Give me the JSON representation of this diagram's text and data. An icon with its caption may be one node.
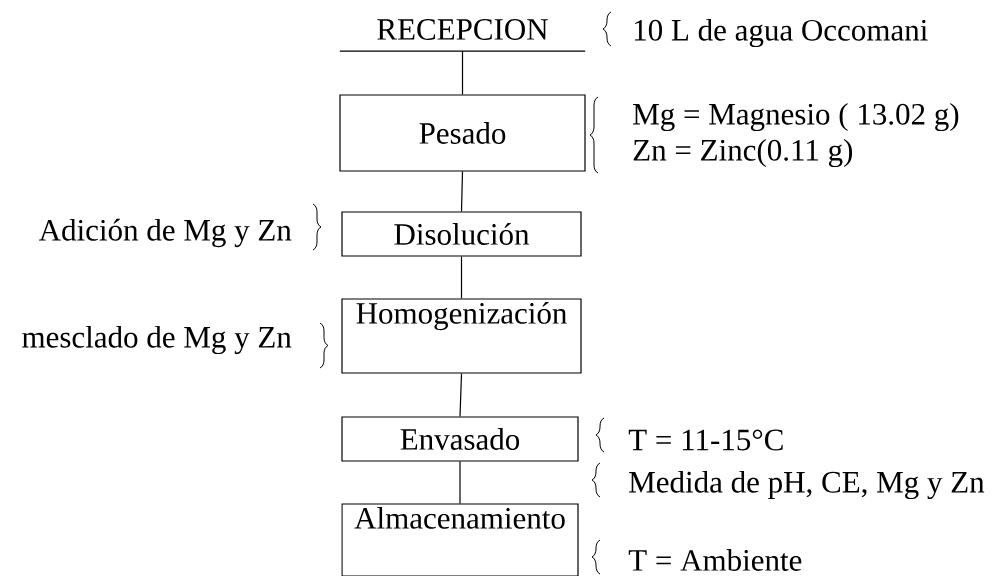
{
  "diagram": {
    "nodes": [
      {
        "text": [
          "RECEPCION"
        ],
        "beside": [
          "10 L de agua Occomani"
        ]
      },
      {
        "text": [
          "Pesado"
        ],
        "beside": [
          "Mg = Magnesio ( 13.02 g)",
          "Zn = Zinc(0.11 g)"
        ]
      },
      {
        "text": [
          "Disolución"
        ],
        "beside": [
          "Adición de Mg y Zn"
        ]
      },
      {
        "text": [
          "Homogenización"
        ],
        "beside": [
          "mesclado de Mg y Zn"
        ]
      },
      {
        "text": [
          "Envasado"
        ],
        "beside": [
          "T = 11-15°C",
          "Medida de pH, CE, Mg y Zn"
        ]
      },
      {
        "text": [
          "Almacenamiento"
        ],
        "beside": [
          "T = Ambiente"
        ]
      }
    ],
    "edges": [
      {
        "from": 0,
        "to": 1,
        "arrow": "none"
      },
      {
        "from": 1,
        "to": 2,
        "arrow": "none"
      },
      {
        "from": 2,
        "to": 3,
        "arrow": "none"
      },
      {
        "from": 3,
        "to": 4,
        "arrow": "none"
      },
      {
        "from": 4,
        "to": 5,
        "arrow": "none"
      }
    ]
  }
}
